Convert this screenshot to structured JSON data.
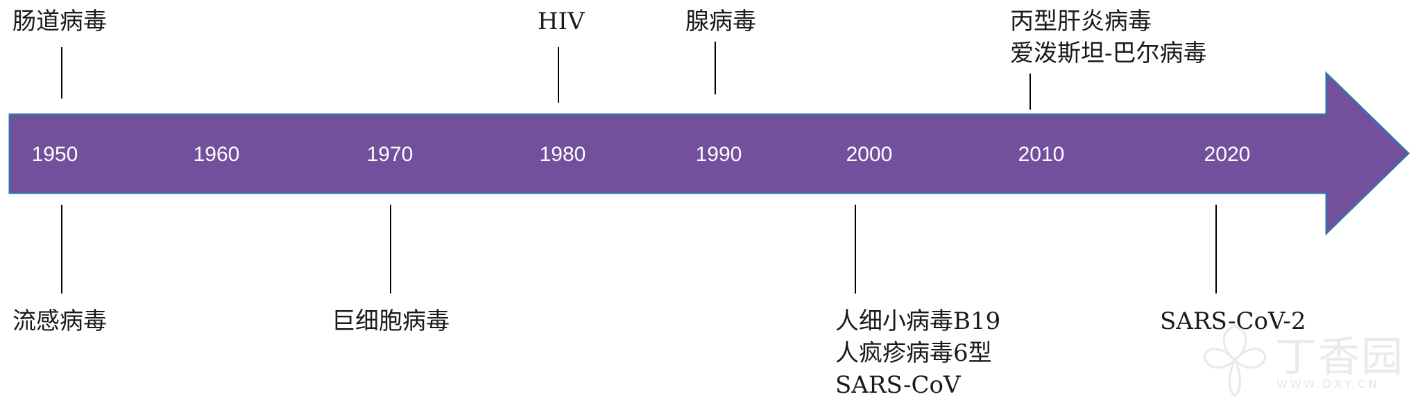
{
  "colors": {
    "arrow_fill": "#72509c",
    "arrow_stroke": "#3f6fa6",
    "year_text": "#ffffff",
    "label_text": "#1a1a1a",
    "tick_line": "#000000"
  },
  "years": [
    "1950",
    "1960",
    "1970",
    "1980",
    "1990",
    "2000",
    "2010",
    "2020"
  ],
  "top_labels": [
    {
      "year": "1950",
      "lines": [
        "肠道病毒"
      ]
    },
    {
      "year": "1980",
      "lines": [
        "HIV"
      ]
    },
    {
      "year": "1990",
      "lines": [
        "腺病毒"
      ]
    },
    {
      "year": "2010",
      "lines": [
        "丙型肝炎病毒",
        "爱泼斯坦-巴尔病毒"
      ]
    }
  ],
  "bottom_labels": [
    {
      "year": "1950",
      "lines": [
        "流感病毒"
      ]
    },
    {
      "year": "1970",
      "lines": [
        "巨细胞病毒"
      ]
    },
    {
      "year": "2000",
      "lines": [
        "人细小病毒B19",
        "人疯疹病毒6型",
        "SARS-CoV"
      ]
    },
    {
      "year": "2020",
      "lines": [
        "SARS-CoV-2"
      ]
    }
  ],
  "watermark": {
    "brand": "丁香园",
    "url": "WWW.DXY.CN",
    "icon": "dxy-flower-logo"
  }
}
